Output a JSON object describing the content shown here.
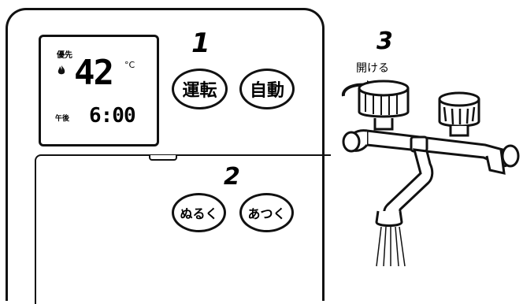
{
  "display": {
    "priority_label": "優先",
    "temperature": "42",
    "temperature_unit": "°C",
    "time_period": "午後",
    "time": "6:00"
  },
  "steps": {
    "step1": "1",
    "step2": "2",
    "step3": "3"
  },
  "buttons": {
    "run": "運転",
    "auto": "自動",
    "cooler": "ぬるく",
    "hotter": "あつく"
  },
  "faucet": {
    "instruction": "開ける"
  },
  "icons": {
    "flame": "flame-icon",
    "rotate_arrow": "rotate-arrow-icon"
  }
}
